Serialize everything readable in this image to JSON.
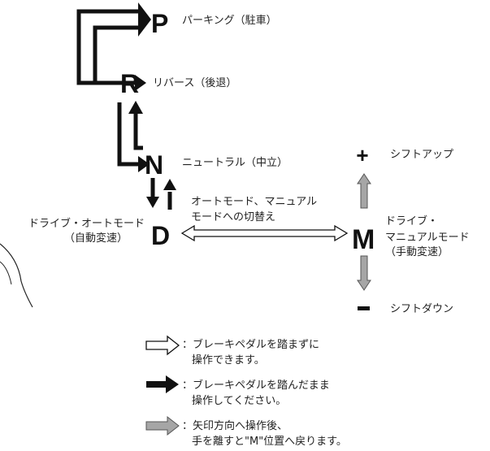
{
  "positions": {
    "p": {
      "letter": "P",
      "label": "パーキング（駐車）"
    },
    "r": {
      "letter": "R",
      "label": "リバース（後退）"
    },
    "n": {
      "letter": "N",
      "label": "ニュートラル（中立）"
    },
    "d": {
      "letter": "D",
      "label_line1": "ドライブ・オートモード",
      "label_line2": "（自動変速）"
    },
    "m": {
      "letter": "M",
      "label_line1": "ドライブ・",
      "label_line2": "マニュアルモード",
      "label_line3": "（手動変速）"
    }
  },
  "mode_switch": {
    "line1": "オートモード、マニュアル",
    "line2": "モードへの切替え"
  },
  "shift": {
    "plus_symbol": "+",
    "up_label": "シフトアップ",
    "minus_symbol": "−",
    "down_label": "シフトダウン"
  },
  "legend": [
    {
      "line1": "：ブレーキペダルを踏まずに",
      "line2": "操作できます。"
    },
    {
      "line1": "：ブレーキペダルを踏んだまま",
      "line2": "操作してください。"
    },
    {
      "line1": "：矢印方向へ操作後、",
      "line2": "手を離すと\"M\"位置へ戻ります。"
    }
  ],
  "colors": {
    "solid_arrow": "#111111",
    "outline_arrow": "#111111",
    "gray_arrow": "#a6a6a6"
  }
}
